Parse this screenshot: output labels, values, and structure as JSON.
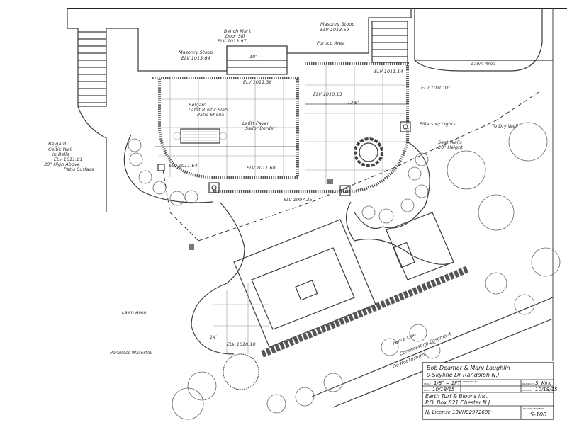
{
  "labels": {
    "bench_mark": [
      "Bench Mark",
      "Door Sill",
      "ELV 1013.97"
    ],
    "stoop_left": [
      "Masonry Stoop",
      "ELV 1013.64"
    ],
    "stoop_right": [
      "Masonry Stoop",
      "ELV 1013.69"
    ],
    "dim_10": "10'",
    "portico": "Portico Area",
    "elv_1011_38": "ELV 1011.38",
    "elv_1011_14": "ELV 1011.14",
    "lawn_top": "Lawn Area",
    "elv_1010_13": "ELV 1010.13",
    "elv_1010_10_top": "ELV 1010.10",
    "dim_12_6": "12'6\"",
    "patio": [
      "Belgard",
      "Lafitt Rustic Slab",
      "Patio Sheila"
    ],
    "border": [
      "Lafitt Paver",
      "Sailor Border"
    ],
    "wall": [
      "Belgard",
      "Celtik Wall",
      "in Bella",
      "ELV 1011.81",
      "30\" High Above",
      "Patio Surface"
    ],
    "elv_1011_64": "ELV 1011.64",
    "elv_1011_60": "ELV 1011.60",
    "elv_1007_25": "ELV 1007.25",
    "pillars": "Pillars w/ Lights",
    "seat_walls": [
      "Seat Walls",
      "20\" Height"
    ],
    "dry_well": "To Dry Well",
    "lawn_bottom": "Lawn Area",
    "dim_14": "14'",
    "elv_1010_10_bottom": "ELV 1010.10",
    "waterfall": "Pondless Waterfall",
    "fence": "Fence Line",
    "easement": "Conservation Easement",
    "do_not_disturb": "Do Not Disturb"
  },
  "title_block": {
    "client": "Bob Deamer & Mary Laughlin",
    "address": "9 Skyline Dr Randolph N.J.",
    "scale_label": "SCALE",
    "scale": "1/8\" = 1FT",
    "approved_label": "APPROVED BY",
    "drawn_label": "DRAWN BY",
    "drawn_by": "S. Kirk",
    "date_label": "DATE",
    "date": "10/18/15",
    "revised_label": "REVISED",
    "revised": "10/18/15",
    "company": "Earth Turf & Bloons Inc.",
    "company_address": "P.O. Box 821 Chester N.J.",
    "license": "NJ License 13VH02972600",
    "drawing_number_label": "DRAWING NUMBER",
    "drawing_number": "S-100"
  }
}
